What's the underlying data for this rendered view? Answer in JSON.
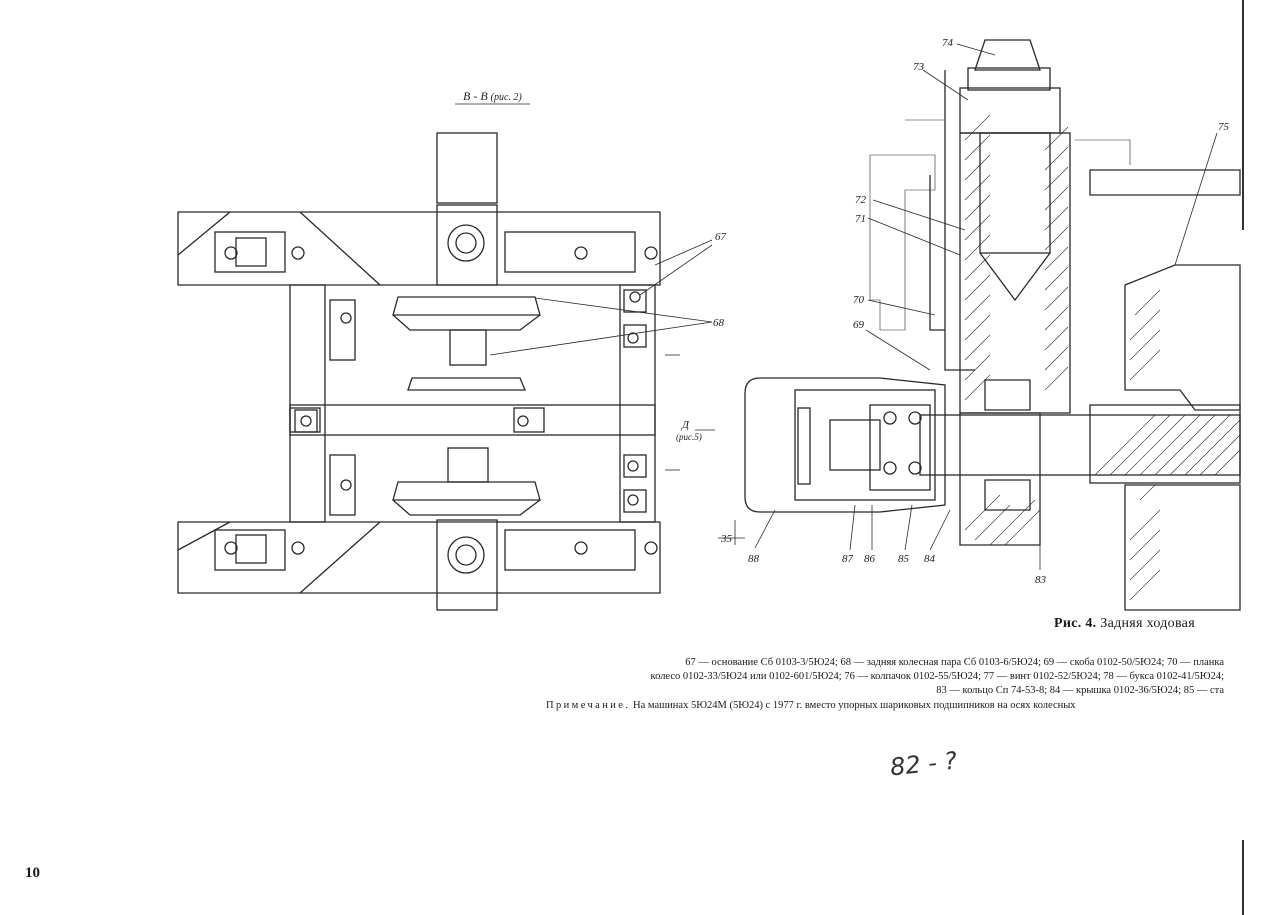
{
  "drawing": {
    "left_view_title": "В - В",
    "left_view_ref": "(рис. 2)",
    "section_d": "Д",
    "section_d_ref": "(рис.5)",
    "dimension": "35",
    "callouts": [
      "67",
      "68",
      "69",
      "70",
      "71",
      "72",
      "73",
      "74",
      "75",
      "83",
      "84",
      "85",
      "86",
      "87",
      "88"
    ]
  },
  "caption": {
    "fig_label": "Рис. 4.",
    "fig_title": "Задняя ходовая",
    "line1": "67 — основание Сб 0103-3/5Ю24; 68 — задняя колесная пара Сб 0103-6/5Ю24; 69 — скоба   0102-50/5Ю24; 70 — планка",
    "line2": "колесо 0102-33/5Ю24 или 0102-601/5Ю24; 76 — колпачок 0102-55/5Ю24; 77 — винт 0102-52/5Ю24; 78 — букса 0102-41/5Ю24;",
    "line3": "83 — кольцо Сп 74-53-8; 84 — крышка 0102-36/5Ю24; 85 — ста",
    "note_label": "Примечание.",
    "note_text": "На машинах 5Ю24М (5Ю24) с 1977 г. вместо упорных шариковых подшипников на осях колесных"
  },
  "handwritten": "82 - ?",
  "page_number": "10"
}
